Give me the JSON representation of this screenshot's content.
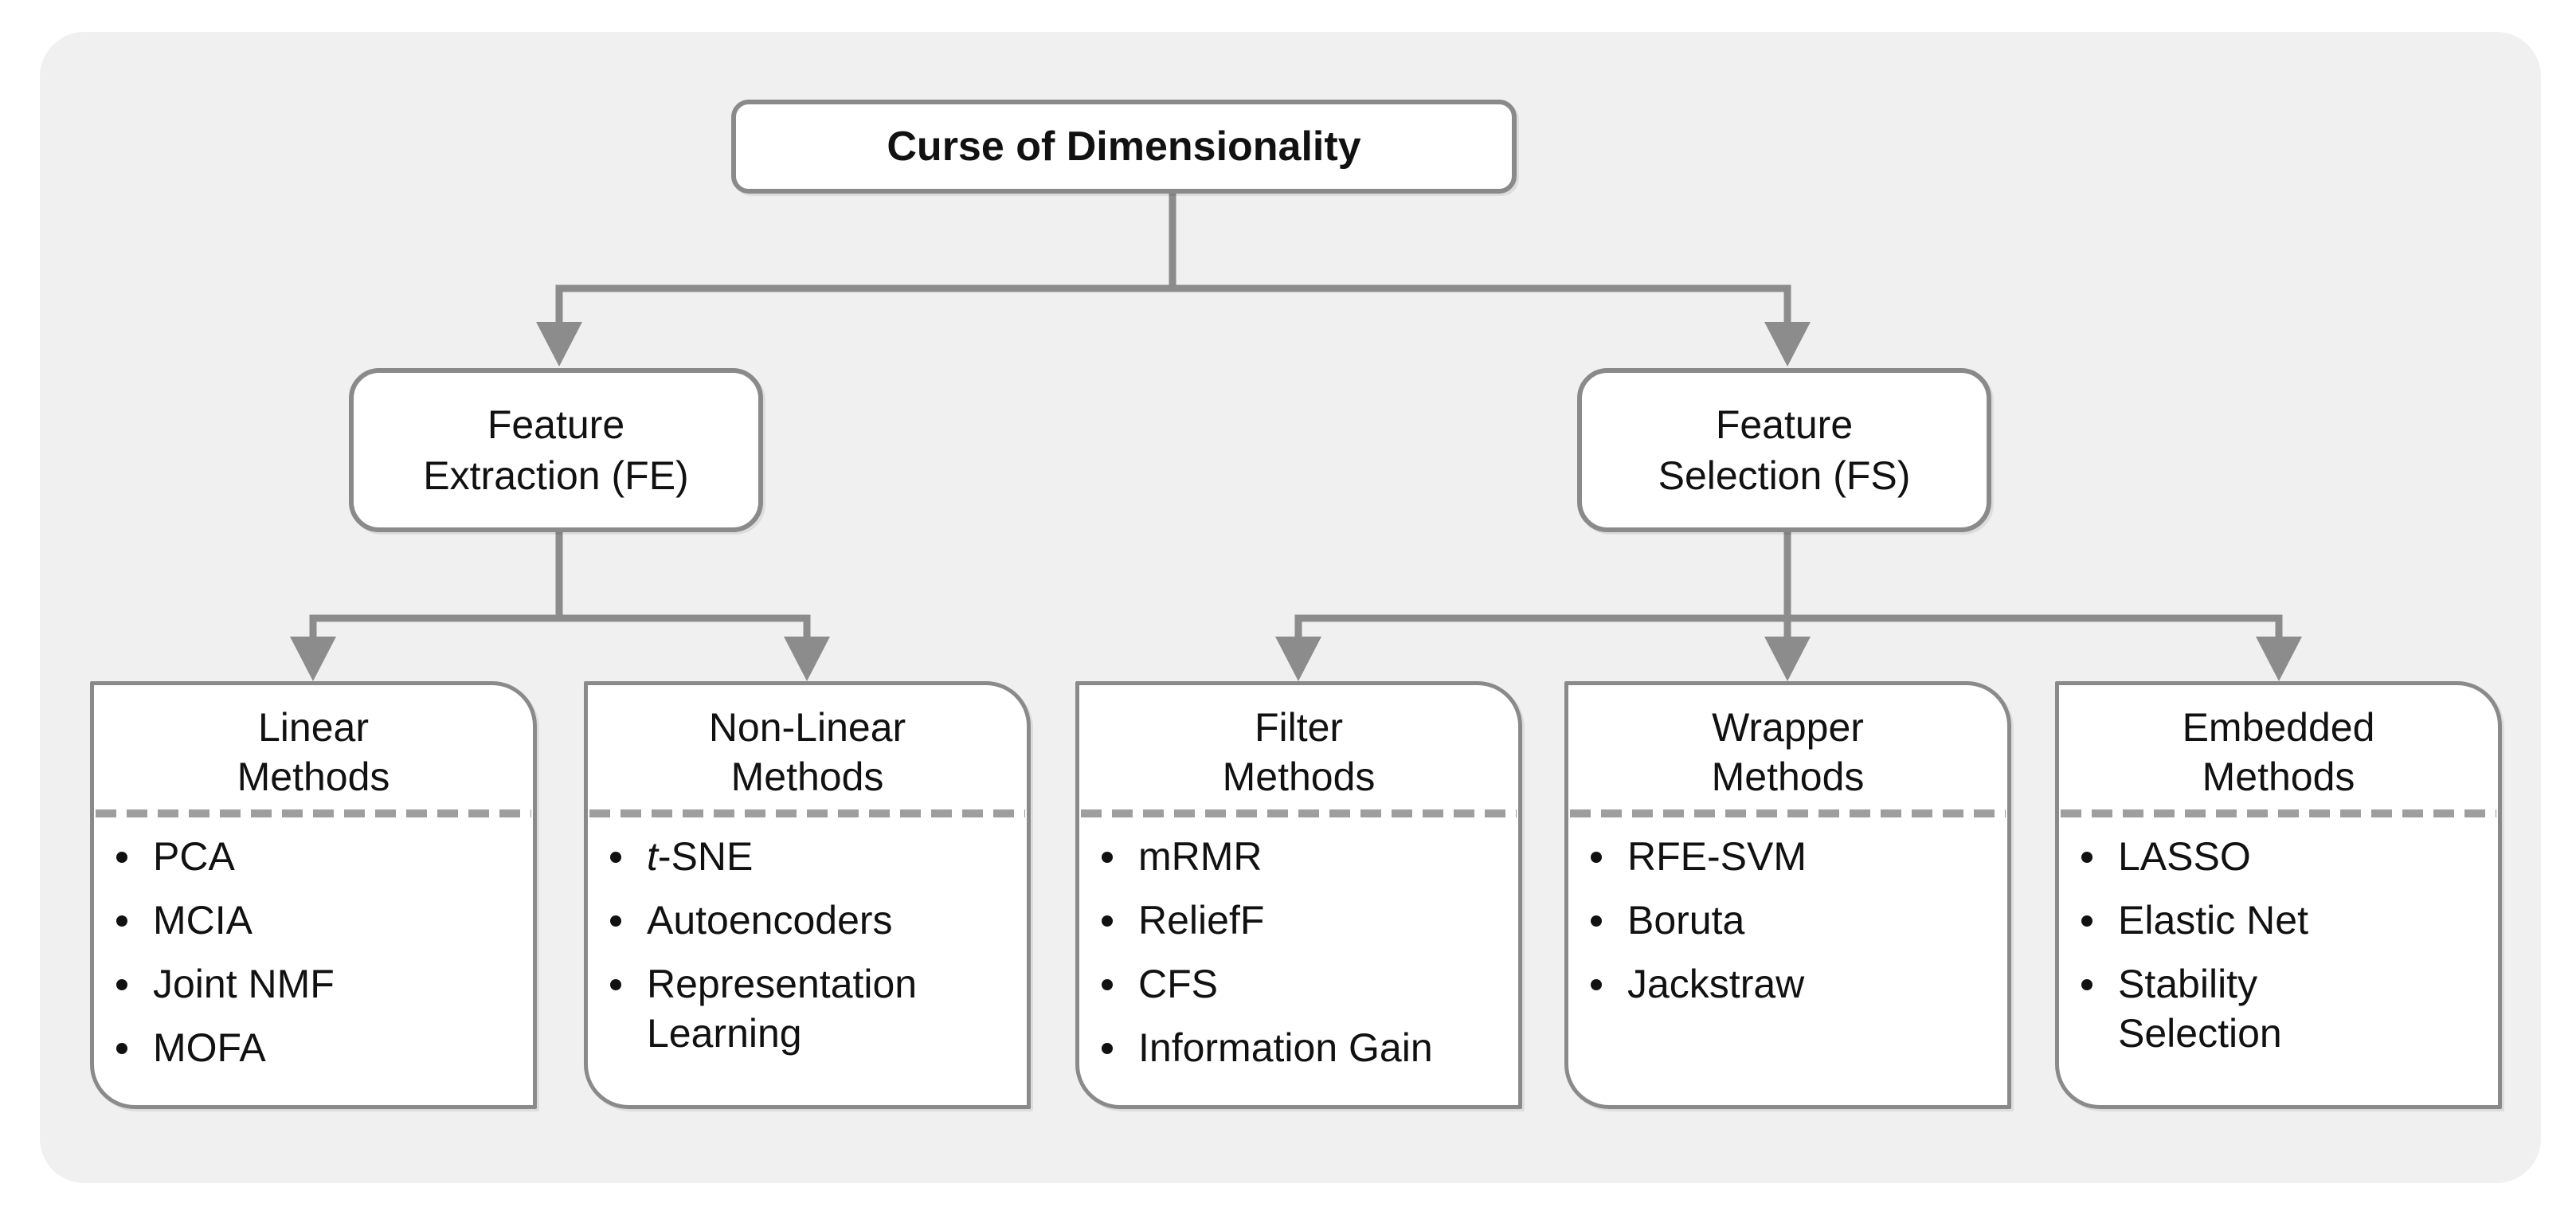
{
  "figure": {
    "root": {
      "label": "Curse of Dimensionality"
    },
    "branches": [
      {
        "lines": [
          "Feature",
          "Extraction (FE)"
        ]
      },
      {
        "lines": [
          "Feature",
          "Selection (FS)"
        ]
      }
    ],
    "cards": [
      {
        "title_lines": [
          "Linear",
          "Methods"
        ],
        "items": [
          {
            "lines": [
              "PCA"
            ]
          },
          {
            "lines": [
              "MCIA"
            ]
          },
          {
            "lines": [
              "Joint NMF"
            ]
          },
          {
            "lines": [
              "MOFA"
            ]
          }
        ]
      },
      {
        "title_lines": [
          "Non-Linear",
          "Methods"
        ],
        "items": [
          {
            "it": "t",
            "rest": "-SNE"
          },
          {
            "lines": [
              "Autoencoders"
            ]
          },
          {
            "lines": [
              "Representation",
              "Learning"
            ]
          }
        ]
      },
      {
        "title_lines": [
          "Filter",
          "Methods"
        ],
        "items": [
          {
            "lines": [
              "mRMR"
            ]
          },
          {
            "lines": [
              "ReliefF"
            ]
          },
          {
            "lines": [
              "CFS"
            ]
          },
          {
            "lines": [
              "Information Gain"
            ]
          }
        ]
      },
      {
        "title_lines": [
          "Wrapper",
          "Methods"
        ],
        "items": [
          {
            "lines": [
              "RFE-SVM"
            ]
          },
          {
            "lines": [
              "Boruta"
            ]
          },
          {
            "lines": [
              "Jackstraw"
            ]
          }
        ]
      },
      {
        "title_lines": [
          "Embedded",
          "Methods"
        ],
        "items": [
          {
            "lines": [
              "LASSO"
            ]
          },
          {
            "lines": [
              "Elastic Net"
            ]
          },
          {
            "lines": [
              "Stability",
              "Selection"
            ]
          }
        ]
      }
    ]
  },
  "colors": {
    "page-bg": "#ffffff",
    "panel-bg": "#f0f0f0",
    "node-bg": "#ffffff",
    "node-border": "#8a8a8a",
    "connector": "#8c8c8c",
    "divider": "#9e9e9e",
    "text": "#111111"
  }
}
